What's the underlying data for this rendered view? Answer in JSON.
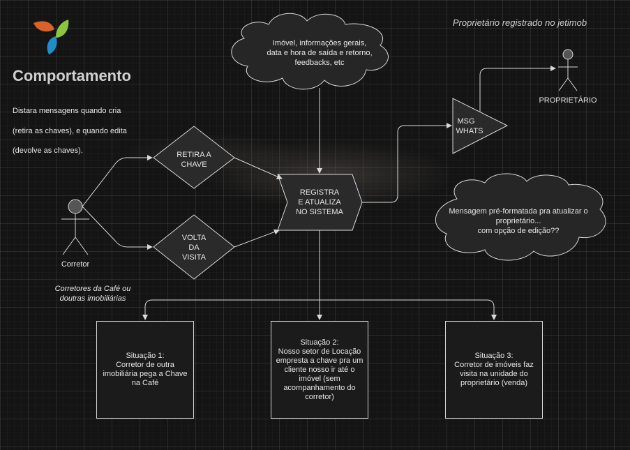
{
  "header": {
    "title": "Comportamento",
    "subtitle": "Proprietário registrado no jetimob"
  },
  "description": {
    "line1": "Distara mensagens quando cria",
    "line2": "(retira as chaves), e quando edita",
    "line3": "(devolve as chaves)."
  },
  "actors": {
    "corretor": "Corretor",
    "corretor_note_line1": "Corretores da Café ou",
    "corretor_note_line2": "doutras imobiliárias",
    "proprietario": "PROPRIETÁRIO"
  },
  "nodes": {
    "retira_line1": "RETIRA A",
    "retira_line2": "CHAVE",
    "volta_line1": "VOLTA",
    "volta_line2": "DA",
    "volta_line3": "VISITA",
    "registra_line1": "REGISTRA",
    "registra_line2": "E ATUALIZA",
    "registra_line3": "NO SISTEMA",
    "msg_line1": "MSG",
    "msg_line2": "WHATS"
  },
  "clouds": {
    "info_line1": "Imóvel, informações gerais,",
    "info_line2": "data e hora de saída e retorno,",
    "info_line3": "feedbacks, etc",
    "msg_line1": "Mensagem pré-formatada pra atualizar o",
    "msg_line2": "proprietário...",
    "msg_line3": "com opção de edição??"
  },
  "situations": [
    {
      "text": "Situação 1:\nCorretor de outra imobiliária pega a Chave na Café"
    },
    {
      "text": "Situação 2:\nNosso setor de Locação empresta a chave pra um cliente nosso ir até o imóvel (sem acompanhamento do corretor)"
    },
    {
      "text": "Situação 3:\nCorretor de imóveis faz visita na unidade do proprietário (venda)"
    }
  ],
  "colors": {
    "background": "#141414",
    "stroke": "#d9d9d9",
    "shape_fill": "#2a2a2a",
    "text": "#e6e6e6",
    "title": "#d0d0d0",
    "logo_orange": "#d9622b",
    "logo_green": "#8cc63f",
    "logo_blue": "#1f8fc9"
  },
  "icons": [
    "logo-icon",
    "stick-figure-icon"
  ]
}
